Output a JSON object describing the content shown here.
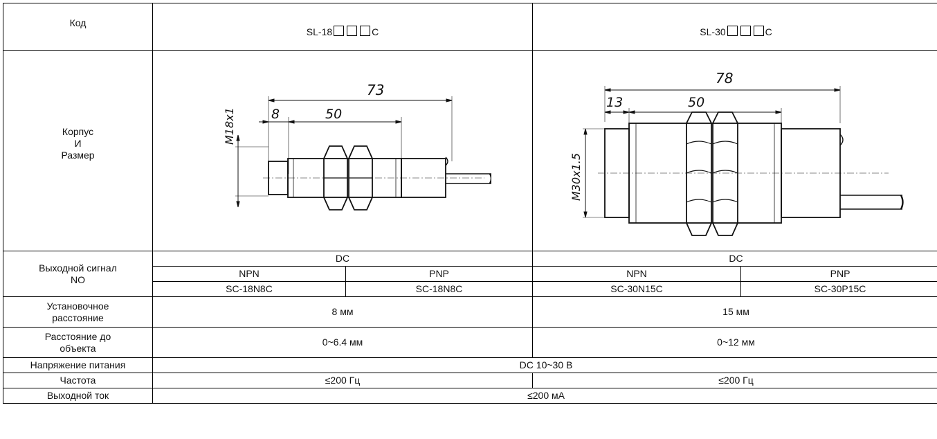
{
  "rows": {
    "code": {
      "label": "Код",
      "sl18_prefix": "SL-18",
      "sl18_suffix": "C",
      "sl30_prefix": "SL-30",
      "sl30_suffix": "C"
    },
    "body": {
      "label": "Корпус\nИ\nРазмер",
      "sl18": {
        "overall": "73",
        "offset": "8",
        "thread_len": "50",
        "thread": "M18x1"
      },
      "sl30": {
        "overall": "78",
        "offset": "13",
        "thread_len": "50",
        "thread": "M30x1.5"
      }
    },
    "output": {
      "label": "Выходной сигнал\nNO",
      "dc_left": "DC",
      "dc_right": "DC",
      "npn_left": "NPN",
      "pnp_left": "PNP",
      "npn_right": "NPN",
      "pnp_right": "PNP",
      "model_npn_18": "SC-18N8C",
      "model_pnp_18": "SC-18N8C",
      "model_npn_30": "SC-30N15C",
      "model_pnp_30": "SC-30P15C"
    },
    "install": {
      "label": "Установочное\nрасстояние",
      "sl18": "8 мм",
      "sl30": "15 мм"
    },
    "distance": {
      "label": "Расстояние до\nобъекта",
      "sl18": "0~6.4 мм",
      "sl30": "0~12 мм"
    },
    "voltage": {
      "label": "Напряжение питания",
      "value": "DC 10~30 В"
    },
    "frequency": {
      "label": "Частота",
      "sl18": "≤200 Гц",
      "sl30": "≤200 Гц"
    },
    "current": {
      "label": "Выходной ток",
      "value": "≤200 мА"
    }
  }
}
